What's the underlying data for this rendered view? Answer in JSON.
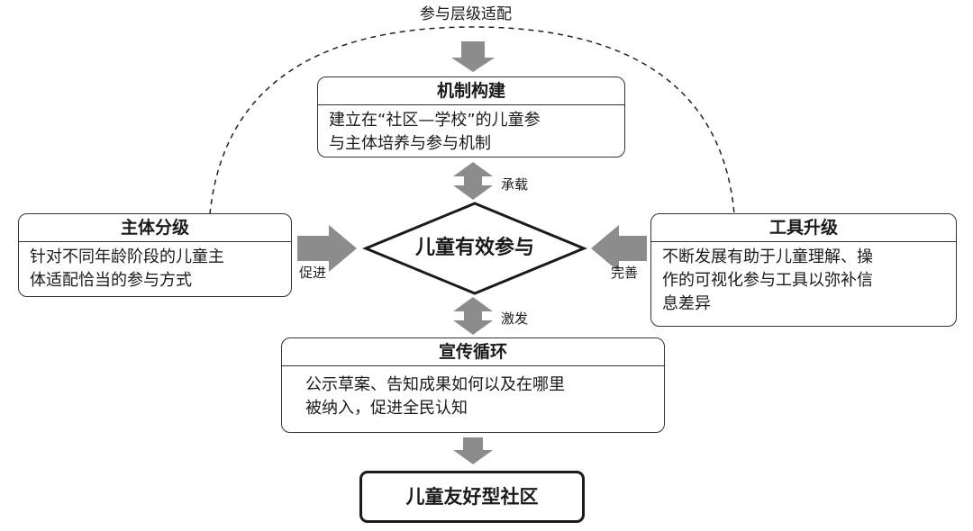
{
  "top_label": "参与层级适配",
  "top_box": {
    "title": "机制构建",
    "body": [
      "建立在“社区—学校”的儿童参",
      "与主体培养与参与机制"
    ]
  },
  "left_box": {
    "title": "主体分级",
    "body": [
      "针对不同年龄阶段的儿童主",
      "体适配恰当的参与方式"
    ]
  },
  "right_box": {
    "title": "工具升级",
    "body": [
      "不断发展有助于儿童理解、操",
      "作的可视化参与工具以弥补信",
      "息差异"
    ]
  },
  "bottom_box": {
    "title": "宣传循环",
    "body": [
      "公示草案、告知成果如何以及在哪里",
      "被纳入，促进全民认知"
    ]
  },
  "center": "儿童有效参与",
  "final": "儿童友好型社区",
  "arrow_labels": {
    "top": "承载",
    "left": "促进",
    "right": "完善",
    "bottom": "激发"
  },
  "colors": {
    "arrow_fill": "#8c8c8c",
    "border": "#333333"
  }
}
